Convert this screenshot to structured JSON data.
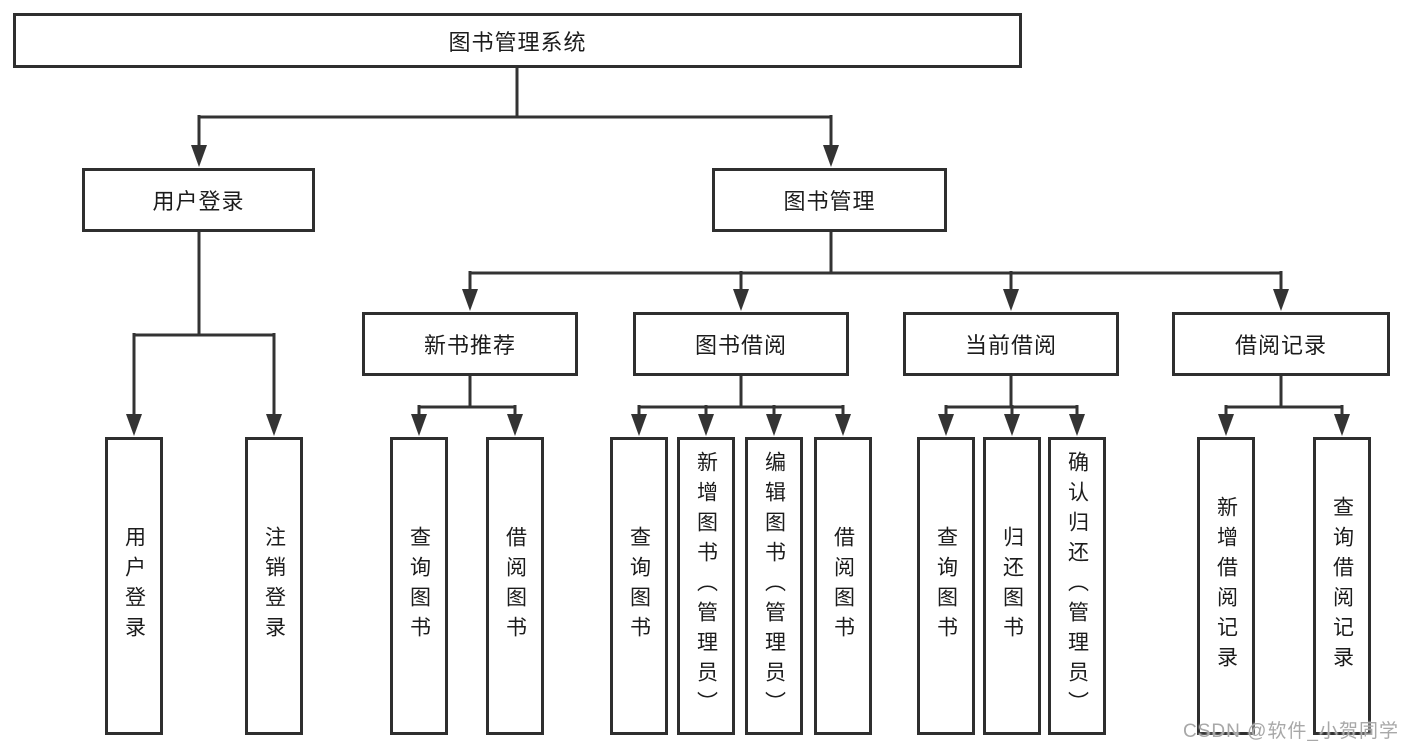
{
  "diagram": {
    "root": {
      "label": "图书管理系统"
    },
    "level2": [
      {
        "label": "用户登录"
      },
      {
        "label": "图书管理"
      }
    ],
    "level3": [
      {
        "label": "新书推荐"
      },
      {
        "label": "图书借阅"
      },
      {
        "label": "当前借阅"
      },
      {
        "label": "借阅记录"
      }
    ],
    "leaves": [
      {
        "label": "用户登录"
      },
      {
        "label": "注销登录"
      },
      {
        "label": "查询图书"
      },
      {
        "label": "借阅图书"
      },
      {
        "label": "查询图书"
      },
      {
        "label": "新增图书（管理员）"
      },
      {
        "label": "编辑图书（管理员）"
      },
      {
        "label": "借阅图书"
      },
      {
        "label": "查询图书"
      },
      {
        "label": "归还图书"
      },
      {
        "label": "确认归还（管理员）"
      },
      {
        "label": "新增借阅记录"
      },
      {
        "label": "查询借阅记录"
      }
    ]
  },
  "watermark": {
    "text": "CSDN @软件_小贺同学"
  },
  "colors": {
    "line": "#333333",
    "border": "#2f2f2f",
    "text": "#1c1c1c",
    "watermark": "#a8a8a8",
    "background": "#ffffff"
  }
}
